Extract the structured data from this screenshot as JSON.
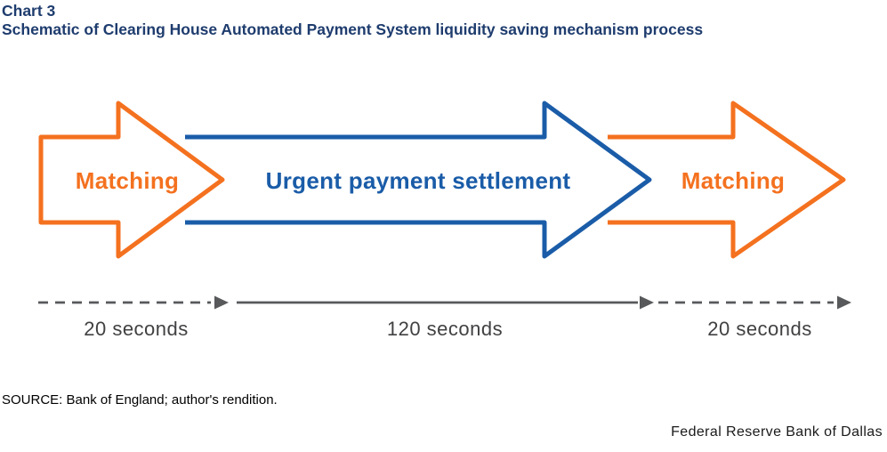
{
  "header": {
    "chart_label": "Chart 3",
    "title": "Schematic of Clearing House Automated Payment System liquidity saving mechanism process"
  },
  "diagram": {
    "type": "process-flow",
    "stages": [
      {
        "label": "Matching",
        "duration": "20 seconds",
        "arrow_color": "#F4711F",
        "timeline_style": "dashed"
      },
      {
        "label": "Urgent payment settlement",
        "duration": "120 seconds",
        "arrow_color": "#1A5CA8",
        "timeline_style": "solid"
      },
      {
        "label": "Matching",
        "duration": "20 seconds",
        "arrow_color": "#F4711F",
        "timeline_style": "dashed"
      }
    ]
  },
  "source_note": "SOURCE: Bank of England; author's rendition.",
  "attribution": "Federal Reserve Bank of Dallas",
  "colors": {
    "orange": "#F4711F",
    "blue": "#1A5CA8",
    "title_navy": "#1E3C6E",
    "timeline_gray": "#58595B",
    "label_gray": "#414042"
  }
}
